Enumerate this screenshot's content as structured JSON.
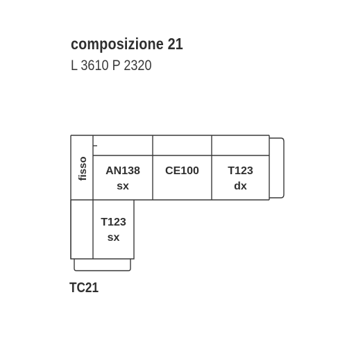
{
  "header": {
    "title": "composizione 21",
    "dimensions": "L 3610 P 2320"
  },
  "modules": {
    "fisso": "fisso",
    "an138": {
      "line1": "AN138",
      "line2": "sx"
    },
    "ce100": {
      "line1": "CE100"
    },
    "t123_dx": {
      "line1": "T123",
      "line2": "dx"
    },
    "t123_sx": {
      "line1": "T123",
      "line2": "sx"
    }
  },
  "footer": {
    "code": "TC21"
  },
  "colors": {
    "line": "#3a3a3a",
    "text": "#2f2f2f"
  }
}
